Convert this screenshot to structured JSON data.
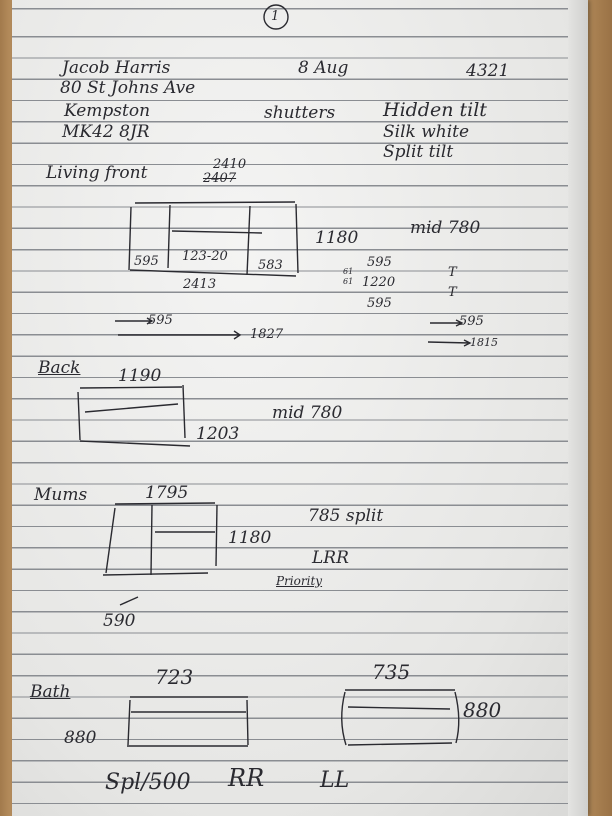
{
  "page_number": "1",
  "header": {
    "name": "Jacob Harris",
    "address_line1": "80 St Johns Ave",
    "town": "Kempston",
    "postcode": "MK42 8JR",
    "date": "8 Aug",
    "ref": "4321",
    "product": "shutters",
    "style1": "Hidden tilt",
    "style2": "Silk white",
    "style3": "Split tilt"
  },
  "living_front": {
    "label": "Living front",
    "width_top": "2410",
    "width_struck": "2407",
    "left_panel": "595",
    "centre_panel": "123-20",
    "right_panel": "583",
    "bottom_width": "2413",
    "height": "1180",
    "mid": "mid 780",
    "col1": "595",
    "col2": "1220",
    "col3": "595",
    "small1": "61",
    "small2": "61",
    "t1": "T",
    "t2": "T",
    "arrow1": "595",
    "arrow2": "1827",
    "arrow3": "595",
    "arrow4": "1815"
  },
  "back": {
    "label": "Back",
    "width": "1190",
    "height": "1203",
    "mid": "mid 780"
  },
  "mums": {
    "label": "Mums",
    "width": "1795",
    "height": "1180",
    "split": "785 split",
    "config": "LRR",
    "note": "Priority",
    "arrow": "590"
  },
  "bath": {
    "label": "Bath",
    "width1": "723",
    "height1": "880",
    "width2": "735",
    "height2": "880",
    "footer1": "Spl/500",
    "footer2": "RR",
    "footer3": "LL"
  }
}
